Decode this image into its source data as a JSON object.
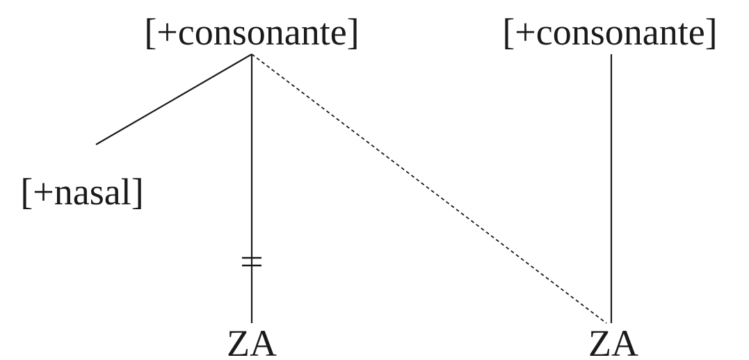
{
  "diagram": {
    "nodes": {
      "root_left": "[+consonante]",
      "root_right": "[+consonante]",
      "feature_nasal": "[+nasal]",
      "slot_left": "ZA",
      "slot_right": "ZA"
    }
  }
}
